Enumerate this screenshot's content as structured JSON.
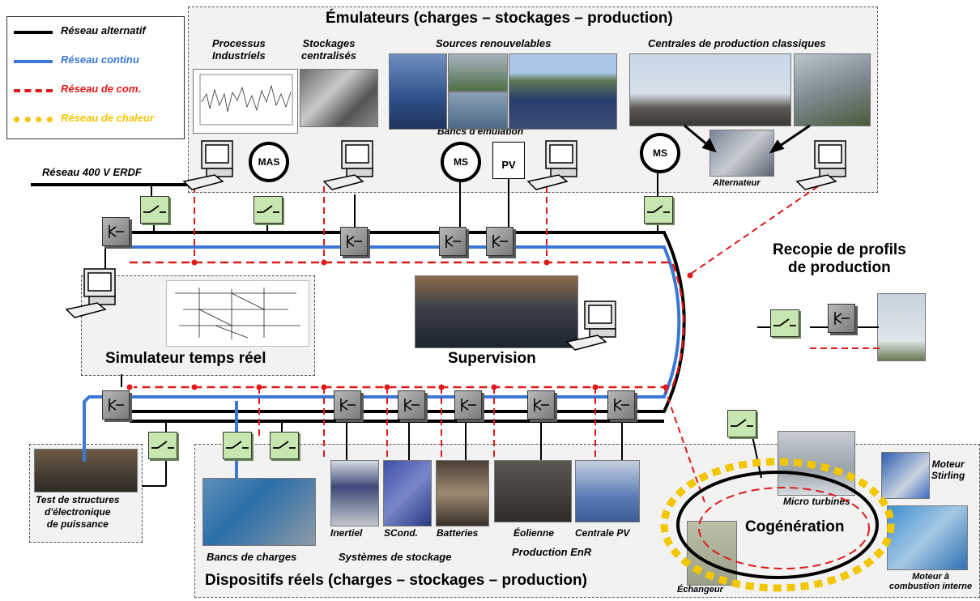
{
  "legend": {
    "ac": "Réseau alternatif",
    "dc": "Réseau continu",
    "com": "Réseau de com.",
    "heat": "Réseau de chaleur",
    "colors": {
      "ac": "#000000",
      "dc": "#3b78d6",
      "com": "#e01919",
      "heat": "#f2c600"
    }
  },
  "emulators": {
    "title": "Émulateurs (charges – stockages – production)",
    "processus": "Processus\nIndustriels",
    "stockages": "Stockages\ncentralisés",
    "renouvelables": "Sources renouvelables",
    "centrales": "Centrales de production classiques",
    "bancs": "Bancs d'émulation",
    "alternateur": "Alternateur"
  },
  "machines": {
    "mas": "MAS",
    "ms": "MS",
    "pv": "PV"
  },
  "erdf": "Réseau 400 V ERDF",
  "simulateur": "Simulateur temps réel",
  "supervision": "Supervision",
  "recopie": "Recopie de profils\nde production",
  "test_structures": "Test de structures\nd'électronique\nde puissance",
  "real_devices": {
    "title": "Dispositifs réels (charges – stockages – production)",
    "bancs_charges": "Bancs de charges",
    "stockage": "Systèmes de stockage",
    "enr": "Production EnR",
    "inertiel": "Inertiel",
    "scond": "SCond.",
    "batteries": "Batteries",
    "eolienne": "Éolienne",
    "centrale_pv": "Centrale PV"
  },
  "cogeneration": {
    "title": "Cogénération",
    "micro_turbines": "Micro turbines",
    "stirling": "Moteur\nStirling",
    "echangeur": "Échangeur",
    "moteur_ci": "Moteur à\ncombustion interne"
  }
}
